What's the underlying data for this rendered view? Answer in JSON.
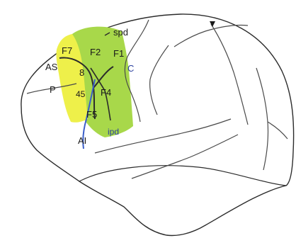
{
  "diagram": {
    "areas": [
      {
        "id": "F7",
        "label": "F7"
      },
      {
        "id": "F2",
        "label": "F2"
      },
      {
        "id": "F1",
        "label": "F1"
      },
      {
        "id": "F4",
        "label": "F4"
      },
      {
        "id": "F5",
        "label": "F5"
      },
      {
        "id": "8",
        "label": "8"
      },
      {
        "id": "45",
        "label": "45"
      }
    ],
    "sulci": [
      {
        "id": "spd",
        "label": "spd"
      },
      {
        "id": "AS",
        "label": "AS"
      },
      {
        "id": "P",
        "label": "P"
      },
      {
        "id": "C",
        "label": "C"
      },
      {
        "id": "AI",
        "label": "AI"
      },
      {
        "id": "ipd",
        "label": "ipd"
      }
    ],
    "colors": {
      "outline": "#2b2b2b",
      "sulcus_line": "#4a4a4a",
      "green_region": "#a8d84a",
      "yellow_region": "#eef04a",
      "blue_sulcus": "#3b5fc9",
      "blue_text": "#2a3f9e"
    }
  }
}
